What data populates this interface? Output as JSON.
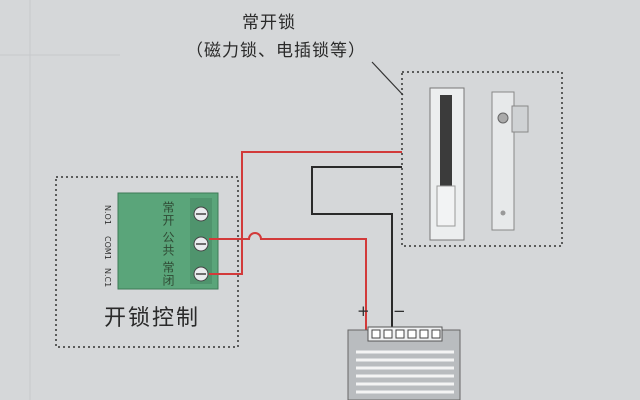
{
  "title_line1": "常开锁",
  "title_line2": "（磁力锁、电插锁等）",
  "controller_label": "开锁控制",
  "terminals": [
    "N.O1",
    "COM1",
    "N.C1"
  ],
  "terminal_chars": [
    "常开",
    "公共",
    "常闭"
  ],
  "power_plus": "+",
  "power_minus": "−",
  "colors": {
    "wire_red": "#d23a3a",
    "wire_black": "#2a2a2a",
    "pcb_green": "#5aa57a"
  }
}
